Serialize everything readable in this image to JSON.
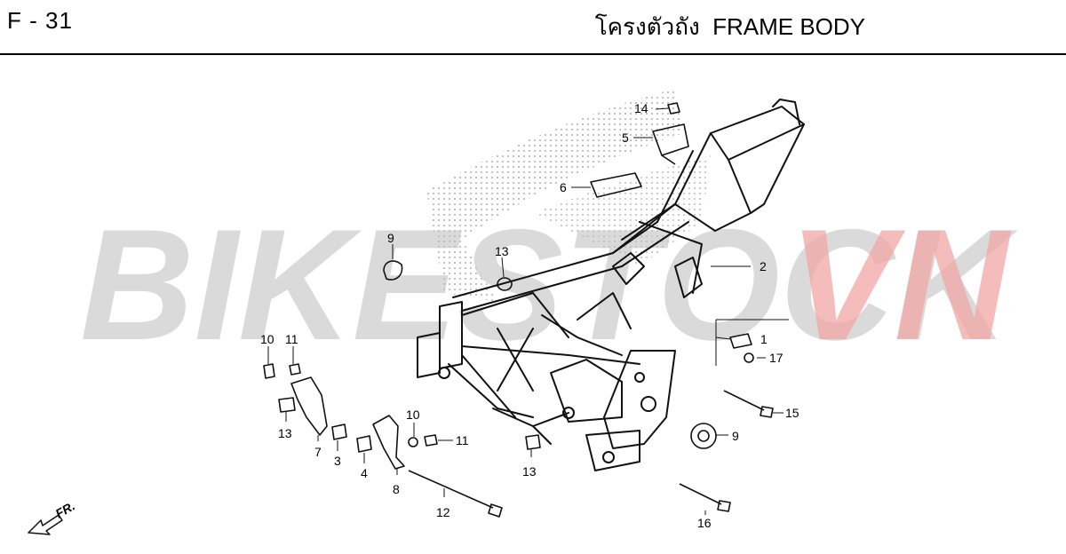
{
  "header": {
    "page_code": "F - 31",
    "title": "โครงตัวถัง  FRAME BODY"
  },
  "watermark": {
    "part1": "BIKESTOCK",
    "part2": "VN",
    "color1": "#bdbdbd",
    "color2": "#f2a6a6"
  },
  "direction": {
    "label": "FR."
  },
  "callouts": [
    "14",
    "5",
    "6",
    "9",
    "13",
    "2",
    "1",
    "17",
    "10",
    "11",
    "13",
    "7",
    "3",
    "10",
    "11",
    "4",
    "8",
    "12",
    "13",
    "15",
    "9",
    "16"
  ]
}
